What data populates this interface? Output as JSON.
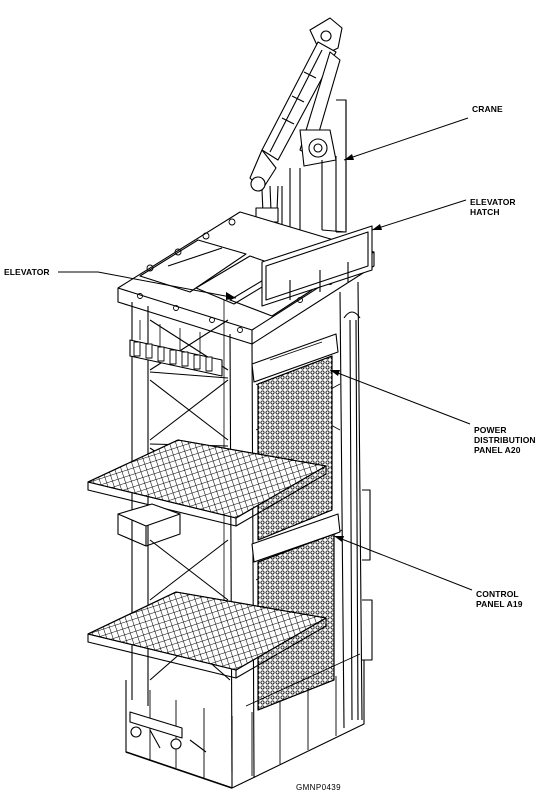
{
  "labels": {
    "crane": "CRANE",
    "elevator_hatch_line1": "ELEVATOR",
    "elevator_hatch_line2": "HATCH",
    "elevator": "ELEVATOR",
    "power_line1": "POWER",
    "power_line2": "DISTRIBUTION",
    "power_line3": "PANEL A20",
    "control_line1": "CONTROL",
    "control_line2": "PANEL A19"
  },
  "figure_code": "GMNP0439"
}
